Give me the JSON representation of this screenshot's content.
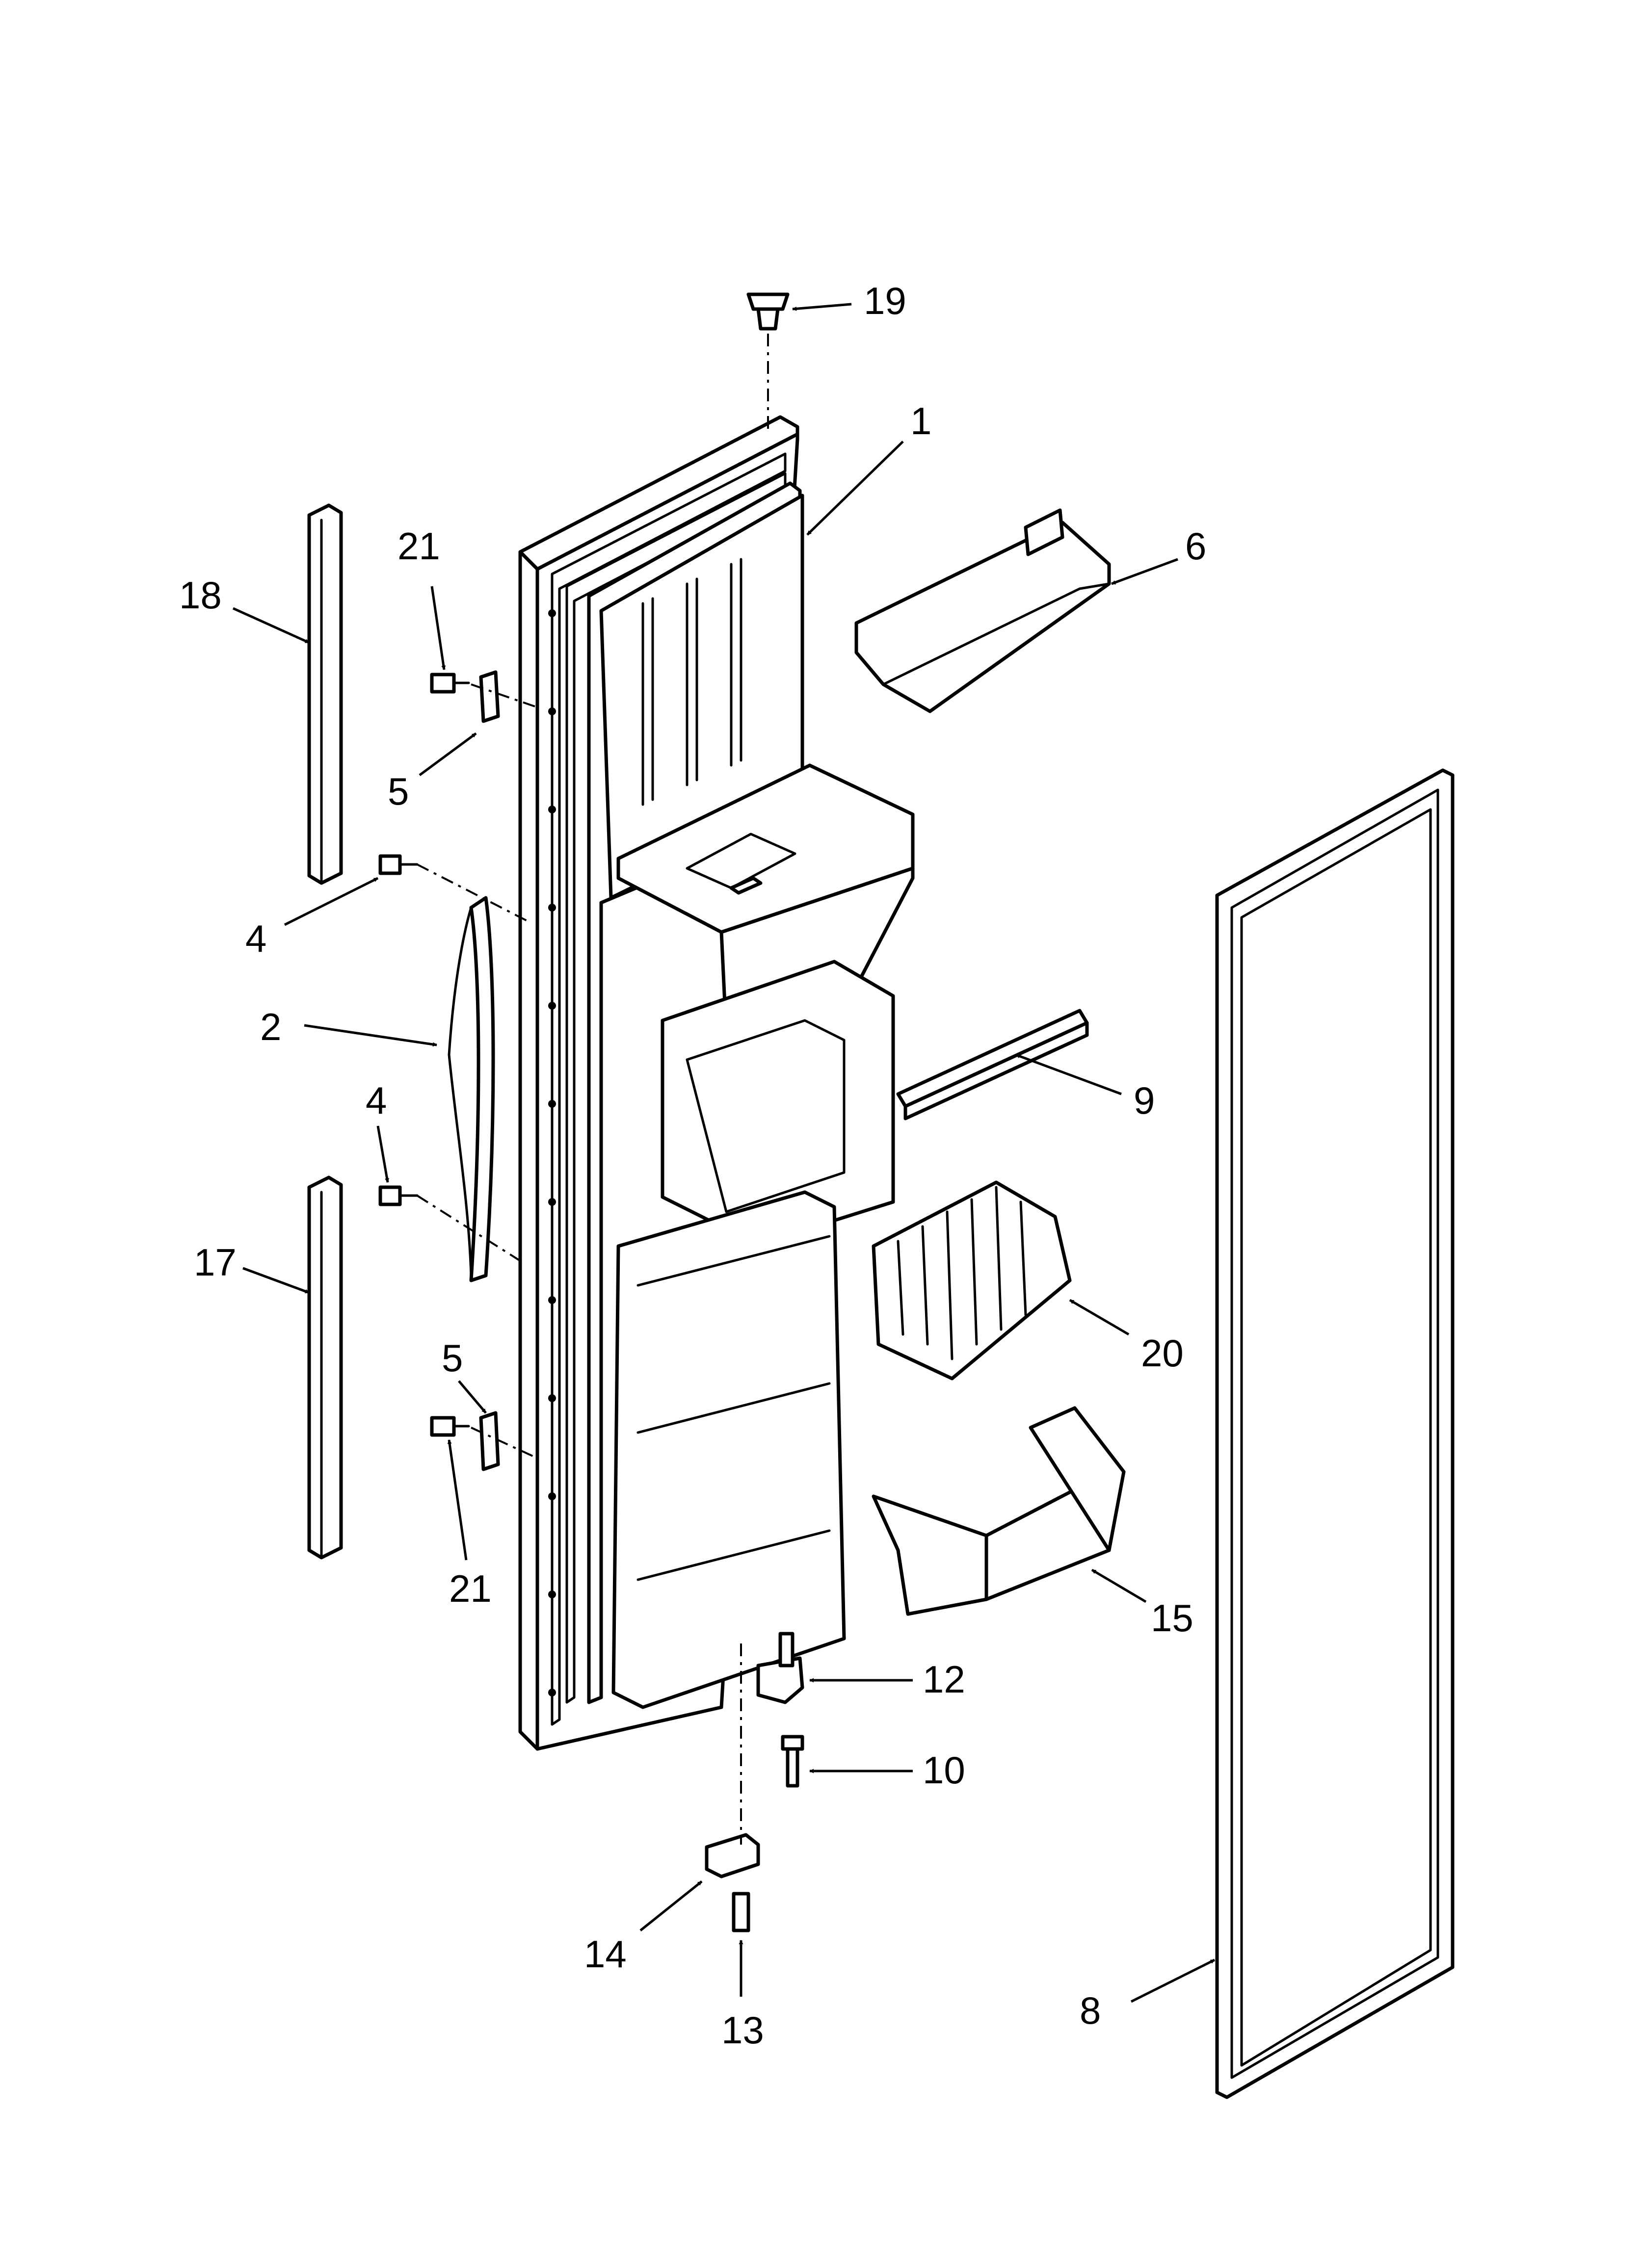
{
  "diagram": {
    "callouts": [
      {
        "id": "c1",
        "text": "1"
      },
      {
        "id": "c2",
        "text": "2"
      },
      {
        "id": "c4a",
        "text": "4"
      },
      {
        "id": "c4b",
        "text": "4"
      },
      {
        "id": "c5a",
        "text": "5"
      },
      {
        "id": "c5b",
        "text": "5"
      },
      {
        "id": "c6",
        "text": "6"
      },
      {
        "id": "c8",
        "text": "8"
      },
      {
        "id": "c9",
        "text": "9"
      },
      {
        "id": "c10",
        "text": "10"
      },
      {
        "id": "c12",
        "text": "12"
      },
      {
        "id": "c13",
        "text": "13"
      },
      {
        "id": "c14",
        "text": "14"
      },
      {
        "id": "c15",
        "text": "15"
      },
      {
        "id": "c17",
        "text": "17"
      },
      {
        "id": "c18",
        "text": "18"
      },
      {
        "id": "c19",
        "text": "19"
      },
      {
        "id": "c20",
        "text": "20"
      },
      {
        "id": "c21a",
        "text": "21"
      },
      {
        "id": "c21b",
        "text": "21"
      }
    ]
  }
}
